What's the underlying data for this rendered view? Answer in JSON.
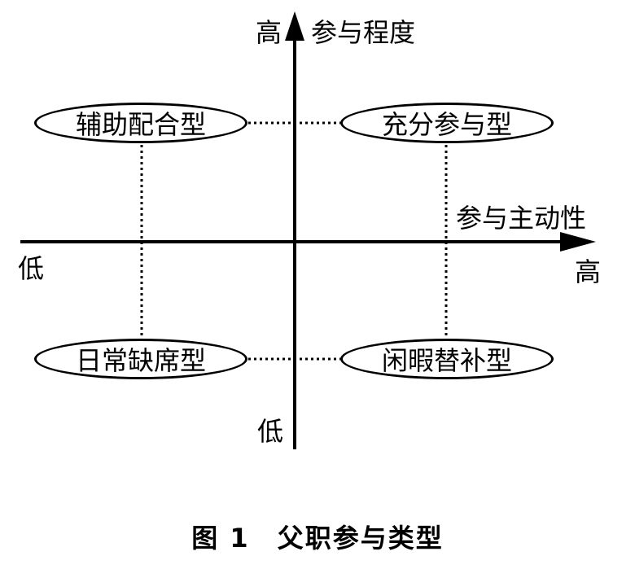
{
  "y_axis": {
    "title": "参与程度",
    "high": "高",
    "low": "低"
  },
  "x_axis": {
    "title": "参与主动性",
    "high": "高",
    "low": "低"
  },
  "quadrants": {
    "top_left": "辅助配合型",
    "top_right": "充分参与型",
    "bottom_left": "日常缺席型",
    "bottom_right": "闲暇替补型"
  },
  "caption": "图 1　父职参与类型"
}
